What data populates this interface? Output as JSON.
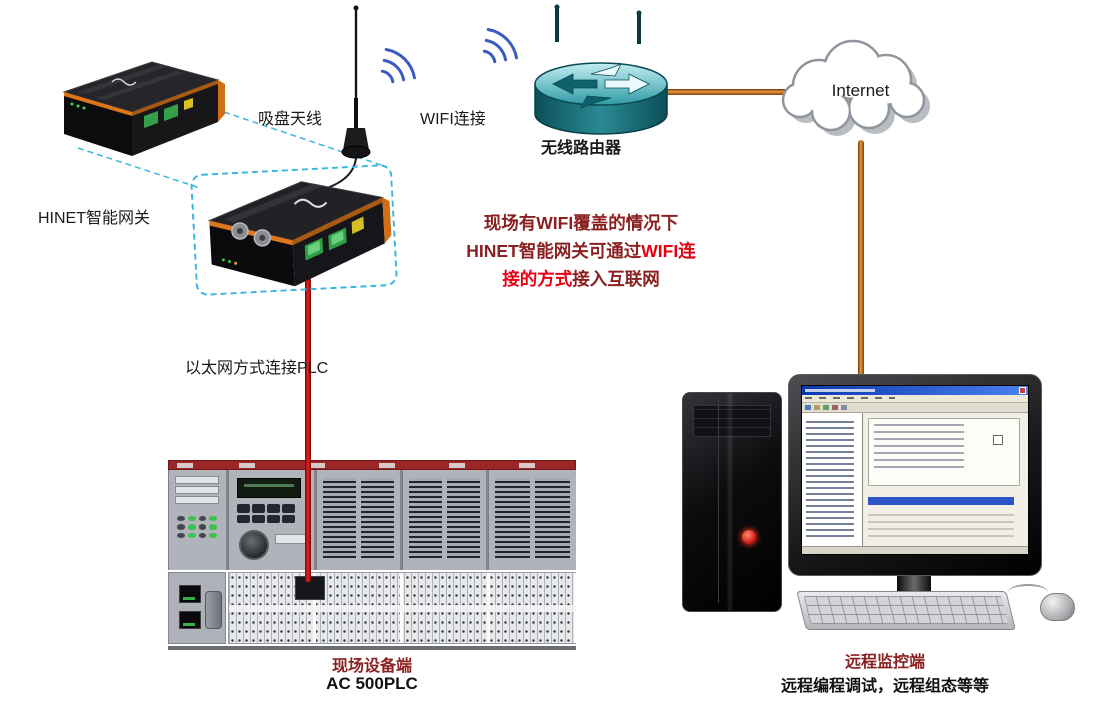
{
  "labels": {
    "gateway": "HINET智能网关",
    "antenna": "吸盘天线",
    "wifi": "WIFI连接",
    "router": "无线路由器",
    "internet": "Internet",
    "ethernet": "以太网方式连接PLC",
    "plc_title": "现场设备端",
    "plc_subtitle": "AC 500PLC",
    "pc_title": "远程监控端",
    "pc_subtitle": "远程编程调试，远程组态等等"
  },
  "note": {
    "line1": "现场有WIFI覆盖的情况下",
    "line2_dark": "HINET智能网关可通过",
    "line2_red": "WIFI连",
    "line3_red": "接的方式",
    "line3_dark": "接入互联网"
  },
  "colors": {
    "dark_red_text": "#8B2020",
    "bright_red_text": "#E60012",
    "ethernet_cable": "#CC0000",
    "internet_cable": "#C07828",
    "wifi_wave_blue": "#3A5BC0",
    "router_teal": "#1E808C",
    "callout_cyan": "#38B6E0"
  }
}
